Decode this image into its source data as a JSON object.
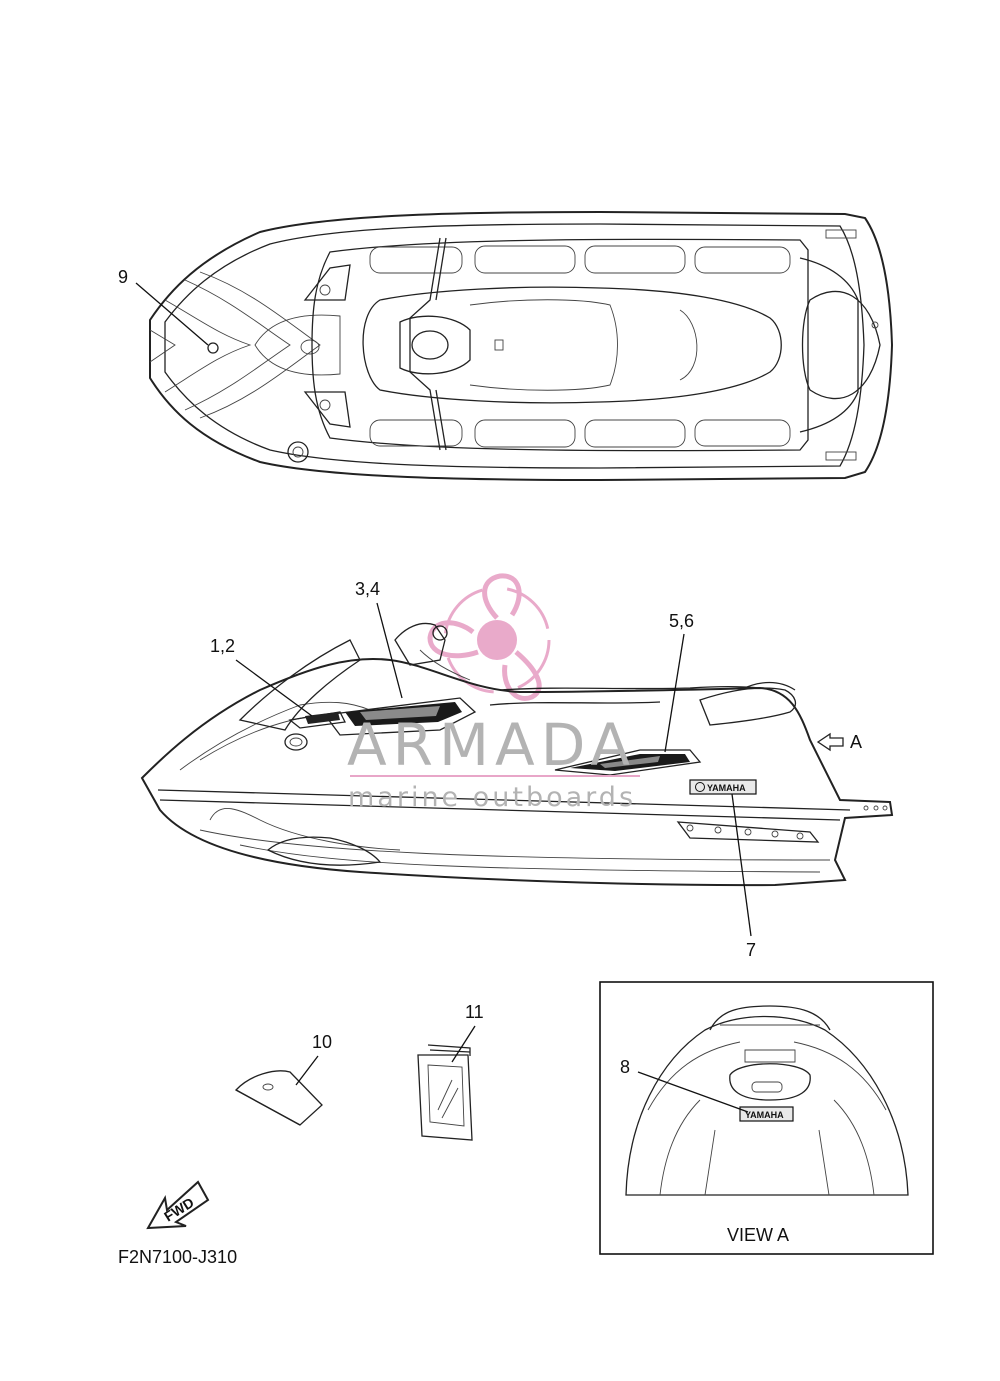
{
  "callouts": {
    "c9": "9",
    "c34": "3,4",
    "c12": "1,2",
    "c56": "5,6",
    "c7": "7",
    "cA": "A",
    "c11": "11",
    "c10": "10",
    "c8": "8"
  },
  "view_label": "VIEW A",
  "part_code": "F2N7100-J310",
  "fwd_label": "FWD",
  "badge_text": "YAMAHA",
  "watermark": {
    "brand": "ARMADA",
    "tagline": "marine outboards",
    "color": "#e8a6c8"
  }
}
